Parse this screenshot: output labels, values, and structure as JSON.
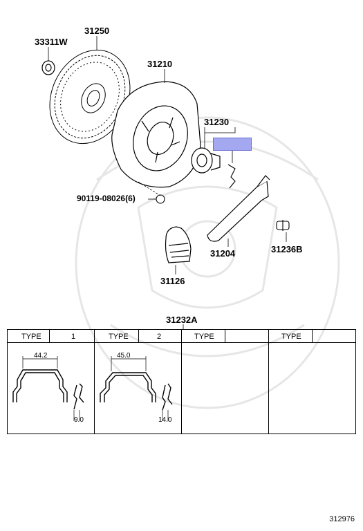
{
  "parts": {
    "p33311": "33311W",
    "p31250": "31250",
    "p31210": "31210",
    "p31230": "31230",
    "p90119": "90119-08026(6)",
    "p31204": "31204",
    "p31236": "31236B",
    "p31126": "31126",
    "p31232": "31232A"
  },
  "table": {
    "type_label": "TYPE",
    "col1_type": "1",
    "col2_type": "2",
    "dim1_width": "44.2",
    "dim1_gap": "9.0",
    "dim2_width": "45.0",
    "dim2_gap": "14.0"
  },
  "footer_code": "312976",
  "colors": {
    "highlight": "#a3a8f0",
    "line": "#000000",
    "watermark": "#e8e8e8"
  }
}
